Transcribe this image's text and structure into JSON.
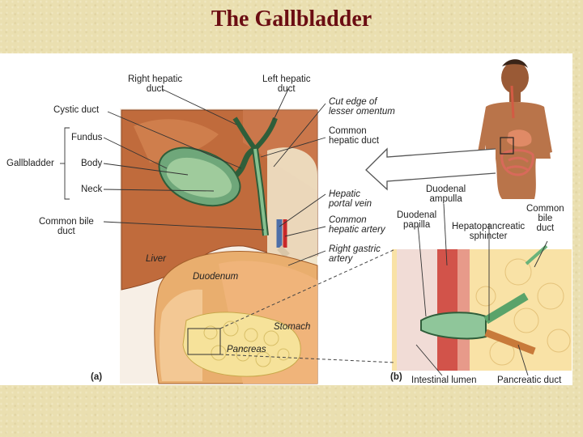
{
  "title": "The Gallbladder",
  "labels": {
    "right_hepatic_duct": "Right hepatic\nduct",
    "left_hepatic_duct": "Left hepatic\nduct",
    "cystic_duct": "Cystic duct",
    "cut_edge": "Cut edge of\nlesser omentum",
    "fundus": "Fundus",
    "common_hepatic_duct": "Common\nhepatic duct",
    "gallbladder": "Gallbladder",
    "body": "Body",
    "neck": "Neck",
    "hepatic_portal_vein": "Hepatic\nportal vein",
    "duodenal_ampulla": "Duodenal\nampulla",
    "common_bile_duct_left": "Common bile\nduct",
    "common_hepatic_artery": "Common\nhepatic artery",
    "duodenal_papilla": "Duodenal\npapilla",
    "hepatopancreatic_sphincter": "Hepatopancreatic\nsphincter",
    "common_bile_duct_right": "Common\nbile\nduct",
    "right_gastric_artery": "Right gastric\nartery",
    "liver": "Liver",
    "duodenum": "Duodenum",
    "stomach": "Stomach",
    "pancreas": "Pancreas",
    "panel_a": "(a)",
    "panel_b": "(b)",
    "intestinal_lumen": "Intestinal lumen",
    "pancreatic_duct": "Pancreatic duct"
  }
}
